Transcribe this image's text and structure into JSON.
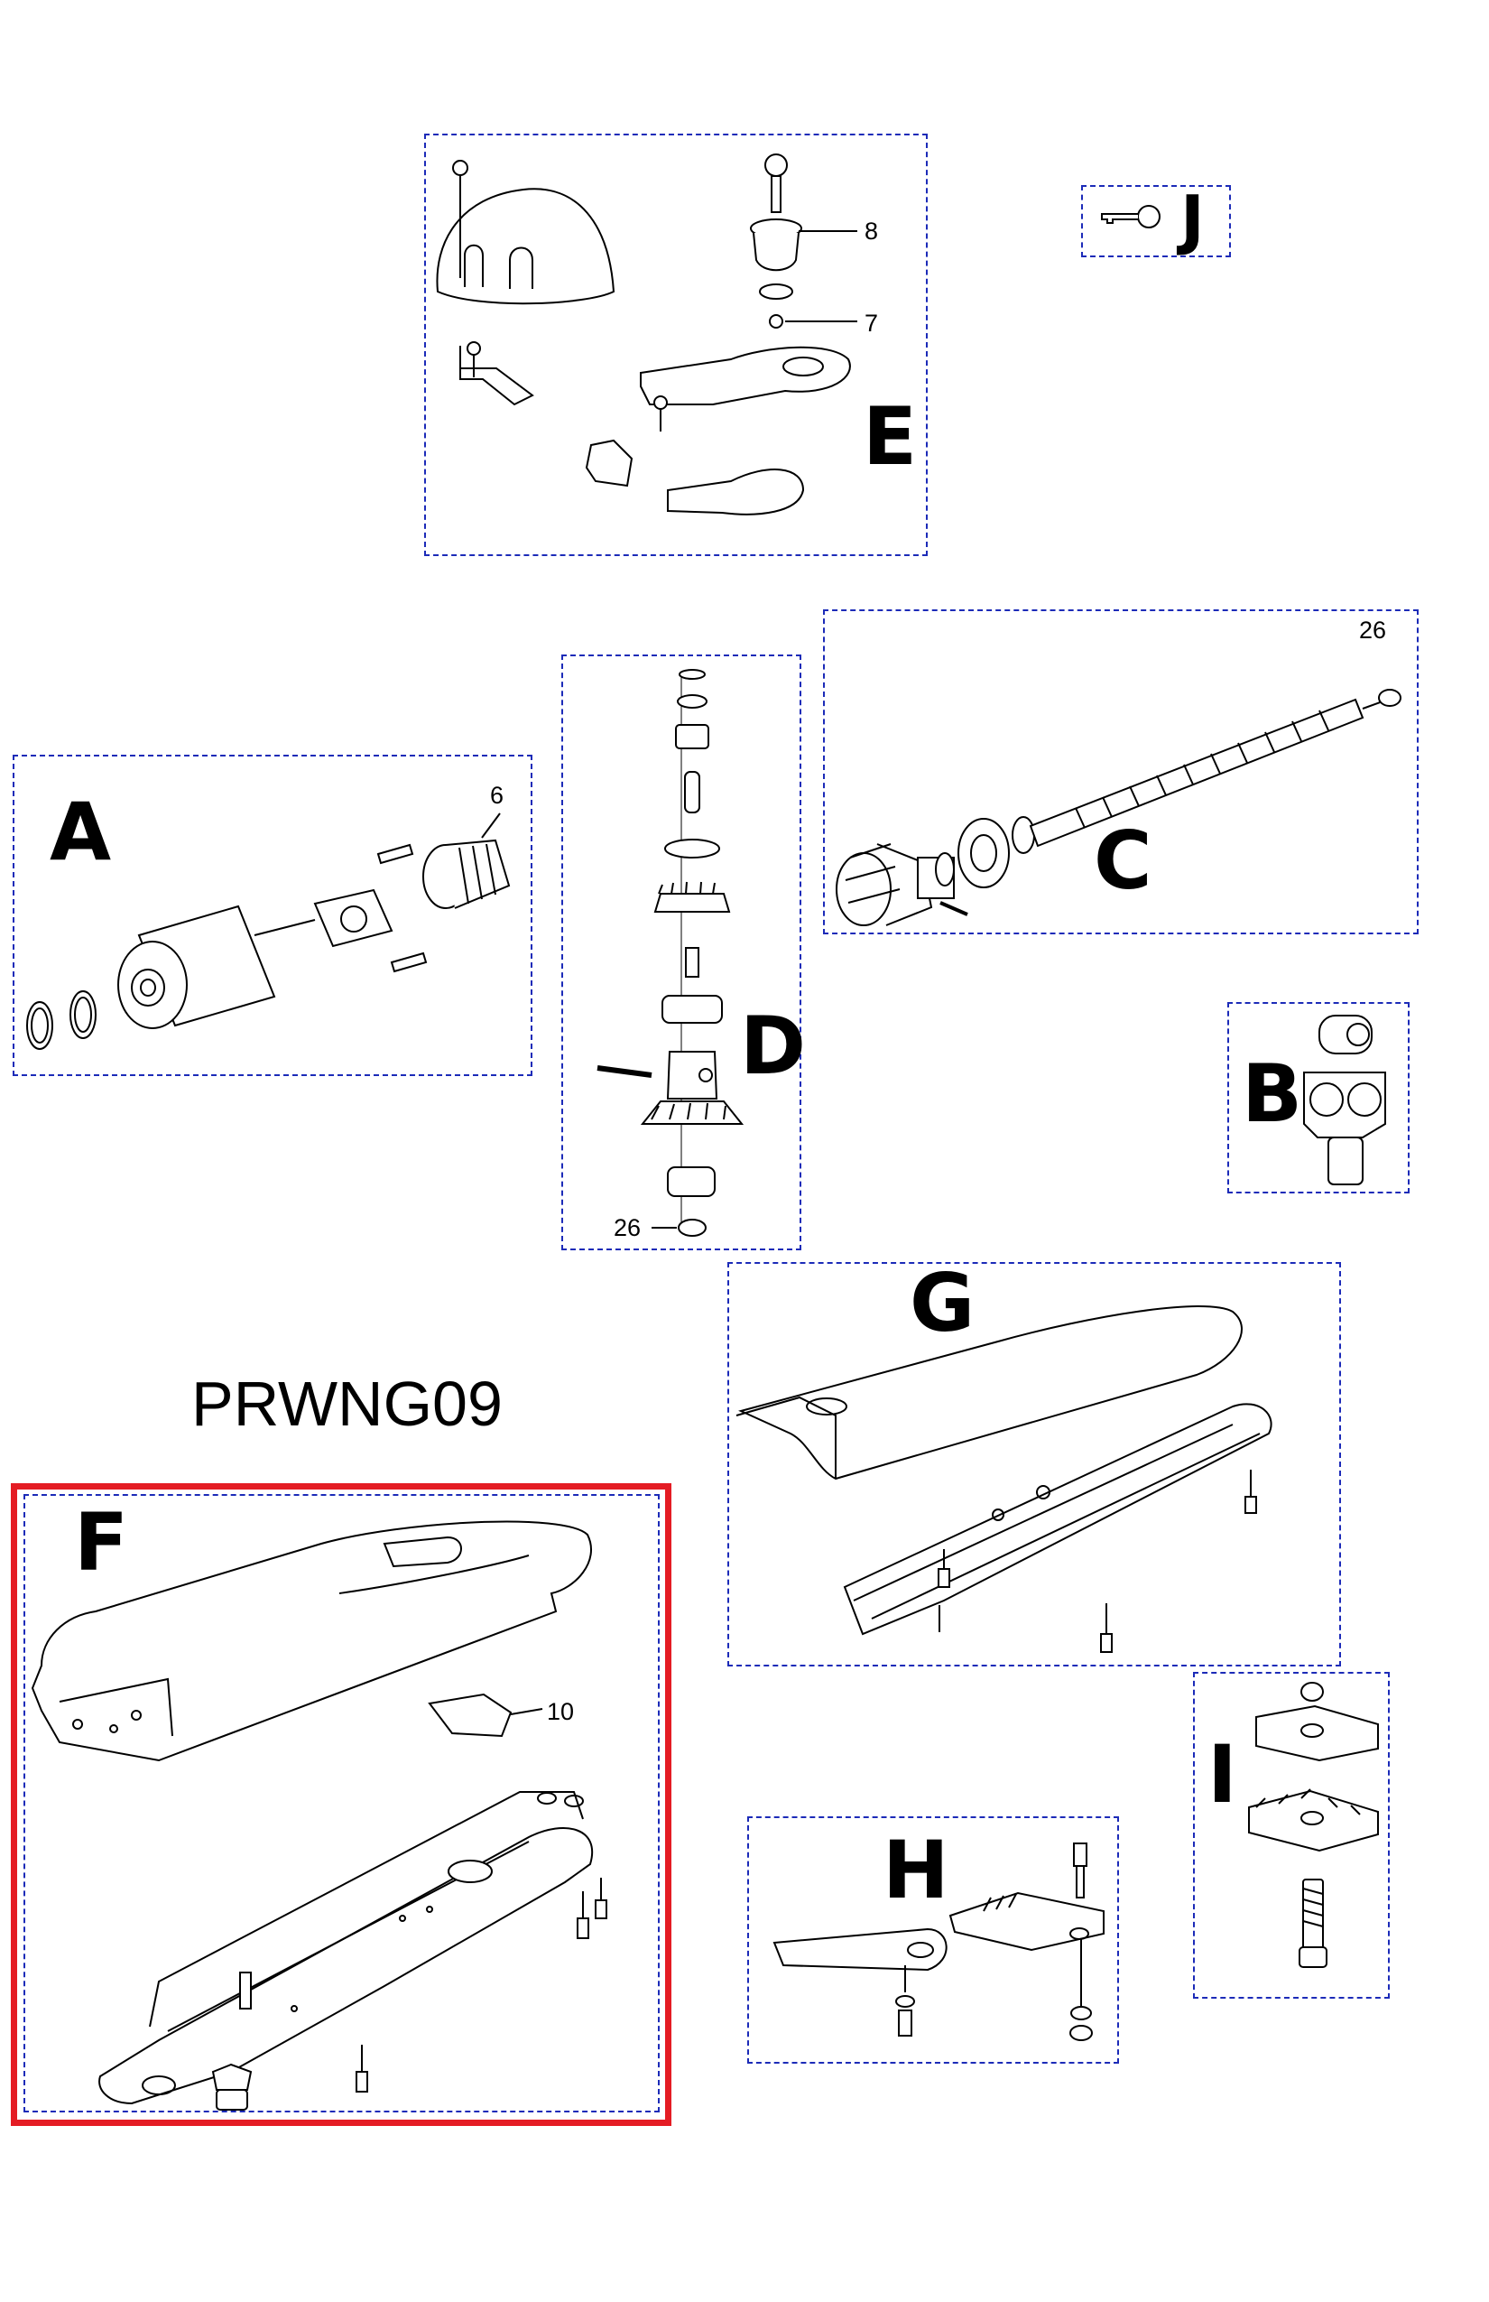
{
  "title": "PRWNG09",
  "selected_group": "F",
  "colors": {
    "group_border": "#1c2bb8",
    "selected_border": "#e41c24",
    "line": "#000000"
  },
  "groups": {
    "E": {
      "letter": "E",
      "parts": [
        "8",
        "7"
      ]
    },
    "J": {
      "letter": "J",
      "icon": "key-icon"
    },
    "A": {
      "letter": "A",
      "parts": [
        "6"
      ]
    },
    "D": {
      "letter": "D",
      "parts": [
        "26"
      ]
    },
    "C": {
      "letter": "C",
      "parts": [
        "26"
      ]
    },
    "B": {
      "letter": "B"
    },
    "G": {
      "letter": "G"
    },
    "F": {
      "letter": "F",
      "parts": [
        "10"
      ]
    },
    "H": {
      "letter": "H"
    },
    "I": {
      "letter": "I"
    }
  }
}
